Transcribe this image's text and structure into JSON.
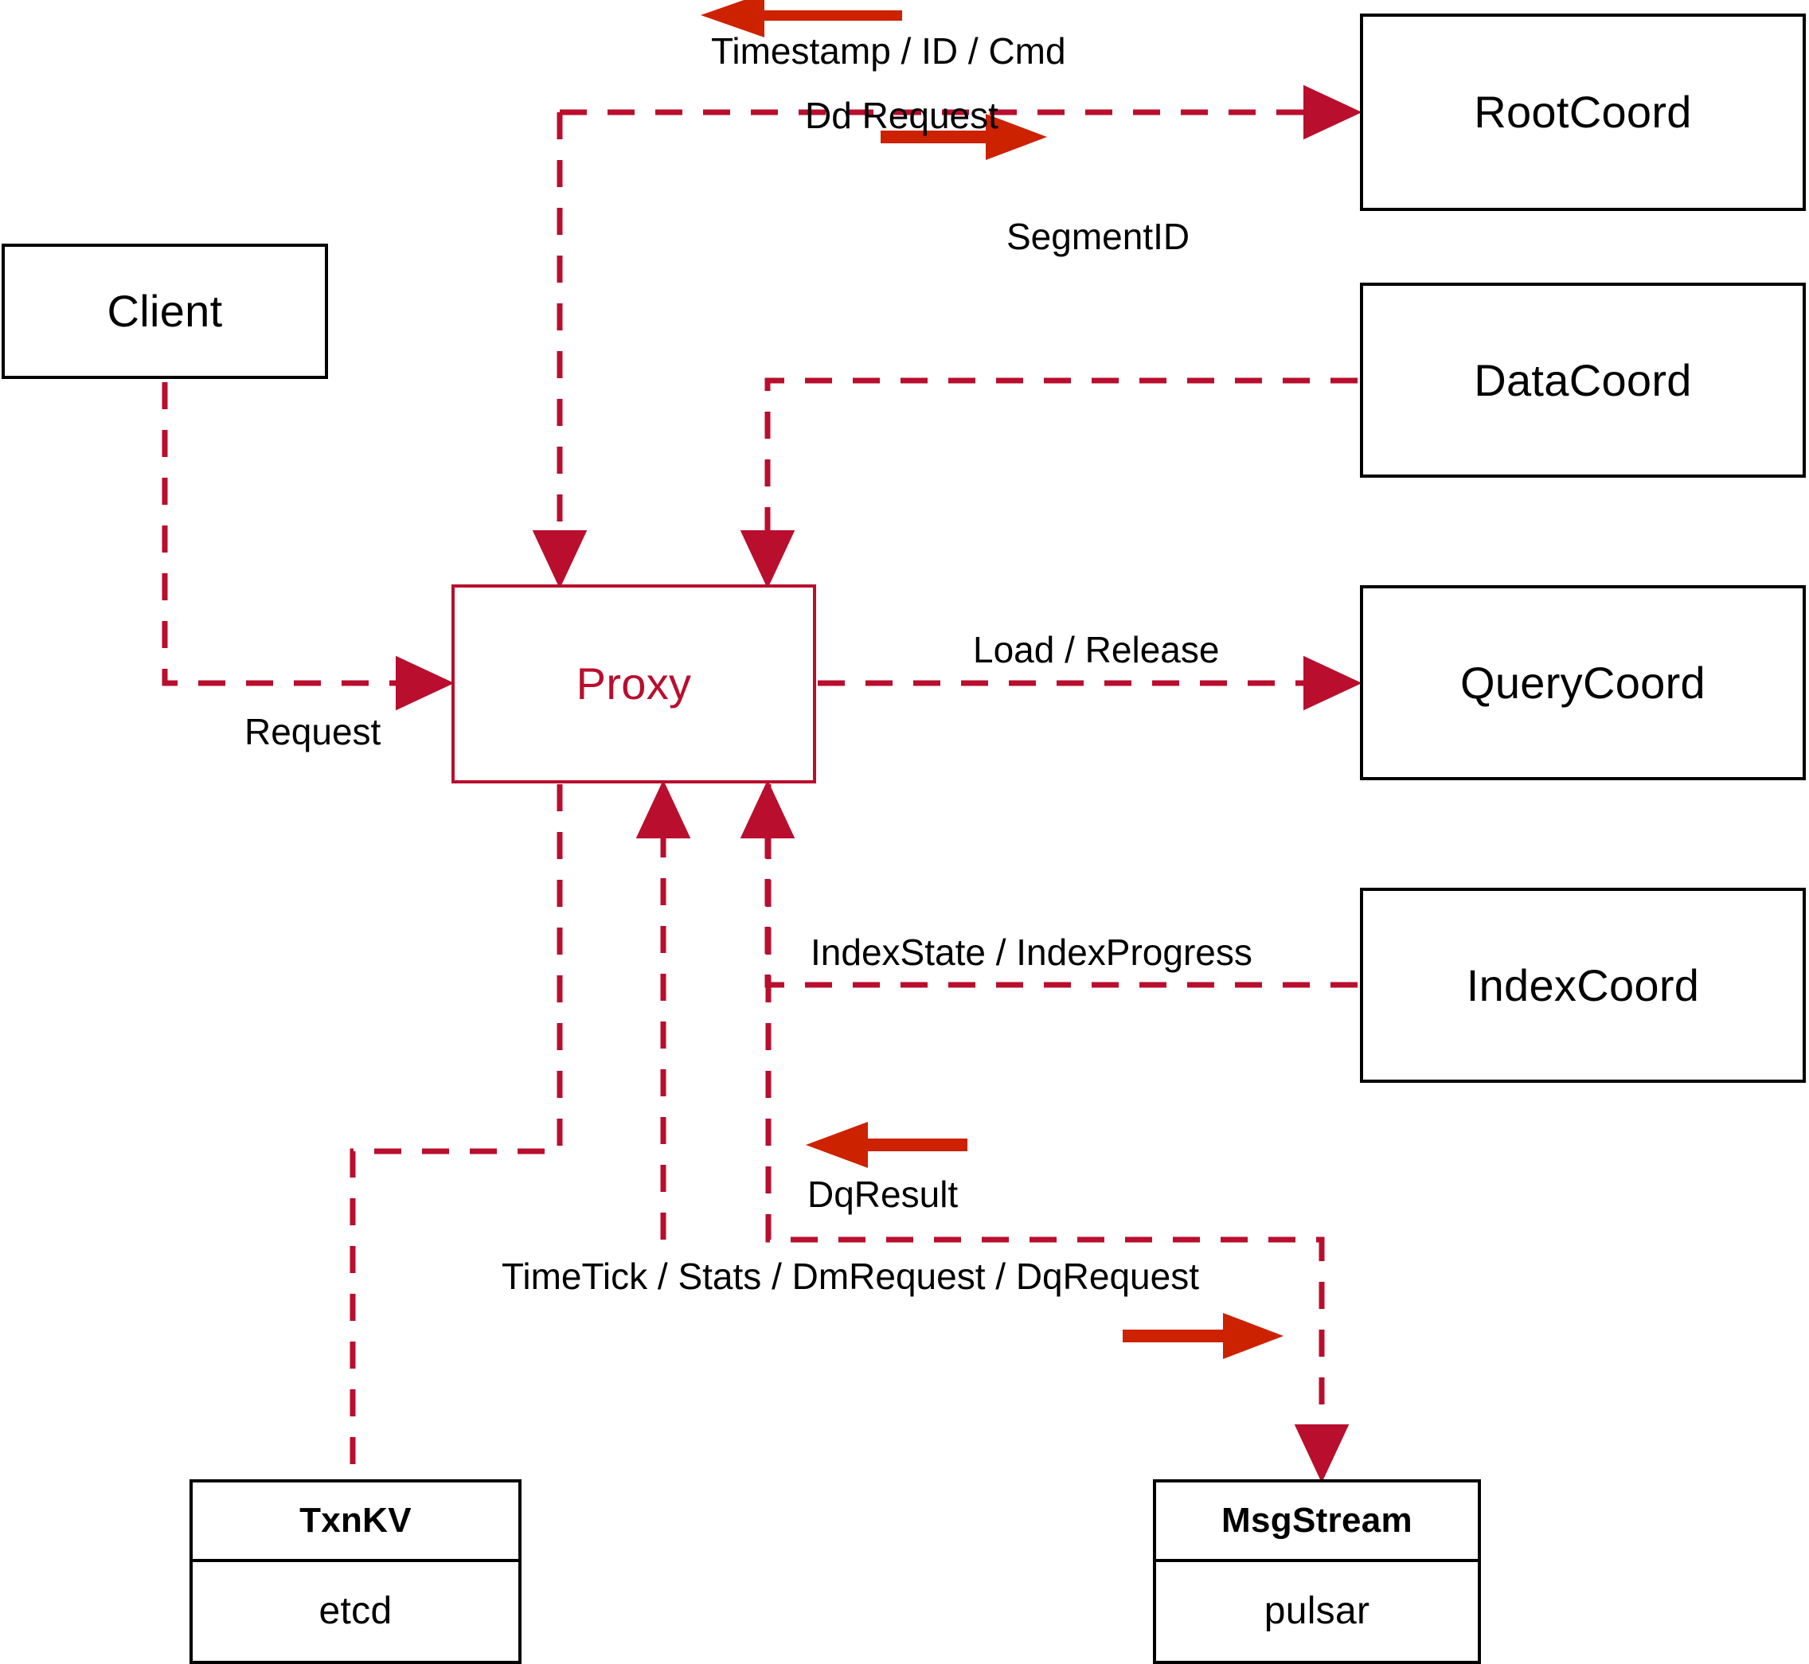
{
  "diagram": {
    "title": "Milvus Proxy interaction diagram",
    "colors": {
      "node_stroke": "#000000",
      "proxy_stroke": "#b90e2e",
      "dashed_edge": "#b90e2e",
      "solid_arrow": "#cc2200",
      "background": "#ffffff",
      "label_text": "#000000"
    },
    "nodes": {
      "client": {
        "label": "Client"
      },
      "proxy": {
        "label": "Proxy"
      },
      "root_coord": {
        "label": "RootCoord"
      },
      "data_coord": {
        "label": "DataCoord"
      },
      "query_coord": {
        "label": "QueryCoord"
      },
      "index_coord": {
        "label": "IndexCoord"
      },
      "txnkv": {
        "title": "TxnKV",
        "impl": "etcd"
      },
      "msgstream": {
        "title": "MsgStream",
        "impl": "pulsar"
      }
    },
    "edge_labels": {
      "timestamp_id_cmd": "Timestamp / ID / Cmd",
      "dd_request": "Dd Request",
      "segment_id": "SegmentID",
      "request": "Request",
      "load_release": "Load / Release",
      "index_state_progress": "IndexState / IndexProgress",
      "dq_result": "DqResult",
      "timetick_stats": "TimeTick / Stats / DmRequest / DqRequest"
    }
  }
}
